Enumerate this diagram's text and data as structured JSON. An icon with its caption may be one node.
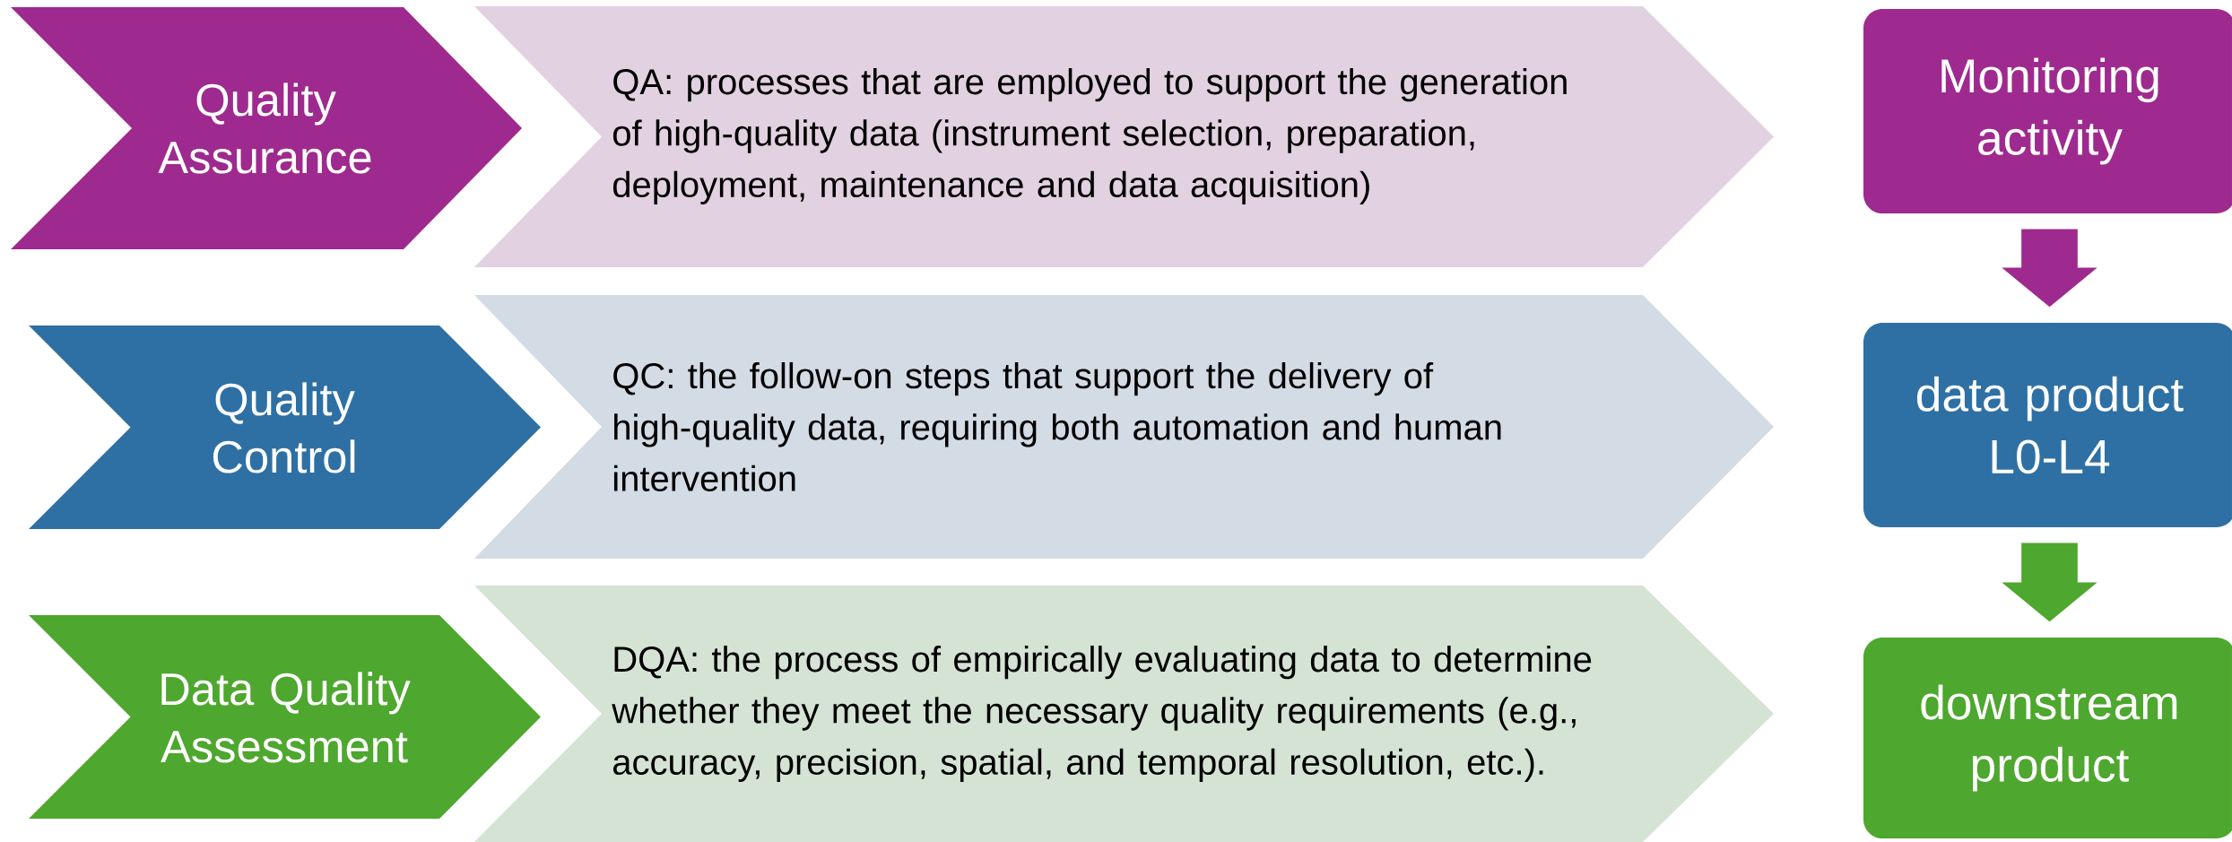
{
  "diagram": {
    "nodes": [
      {
        "text": [
          "Quality Assurance"
        ]
      },
      {
        "text": [
          "QA: processes that are employed to support the generation of high-quality data (instrument selection, preparation, deployment, maintenance and data acquisition)"
        ]
      },
      {
        "text": [
          "Monitoring activity"
        ]
      },
      {
        "text": [
          "Quality Control"
        ]
      },
      {
        "text": [
          "QC: the follow-on steps that support the delivery of high-quality data, requiring both automation and human intervention"
        ]
      },
      {
        "text": [
          "data product L0-L4"
        ]
      },
      {
        "text": [
          "Data Quality Assessment"
        ]
      },
      {
        "text": [
          "DQA: the process of empirically evaluating data to determine whether they meet the necessary quality requirements (e.g., accuracy, precision, spatial, and temporal resolution, etc.)."
        ]
      },
      {
        "text": [
          "downstream product"
        ]
      }
    ],
    "edges": [
      {
        "from": 2,
        "to": 5,
        "arrow": "to",
        "color": "#9e2a8f"
      },
      {
        "from": 5,
        "to": 8,
        "arrow": "to",
        "color": "#4ea72e"
      }
    ]
  }
}
